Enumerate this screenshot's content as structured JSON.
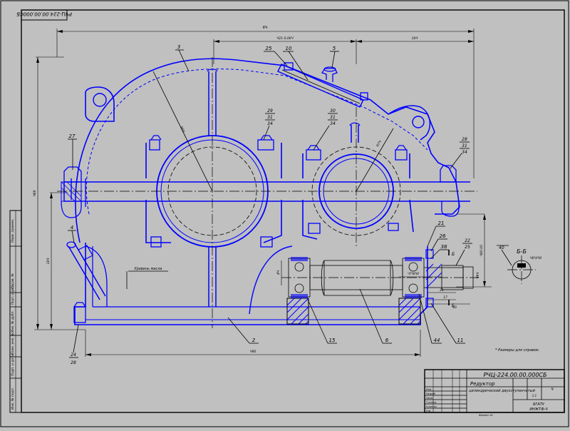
{
  "drawing": {
    "corner_stamp": "РЧЦ-224.00.00.000СБ",
    "dimensions": {
      "overall_length": "6Ч",
      "top_center": "Ч21-0.06Ч",
      "top_right": "18Ч",
      "height_left": "Ч89",
      "height_mid": "18Ч",
      "radius_large": "R6Ч",
      "radius_small": "R7Ч",
      "right_height": "Ч80.00",
      "bottom_width": "Ч80",
      "d_bearing": "4Ч",
      "shaft_len": "Ч7Ч6Ч0",
      "small_21": "21",
      "small_17": "17",
      "small_40": "40",
      "shaft_diam": "Ч9Ч"
    },
    "oil_level": "Уровень масла",
    "positions": [
      "3",
      "25",
      "10",
      "5",
      "27",
      "29",
      "31",
      "34",
      "30",
      "31",
      "34",
      "28",
      "31",
      "34",
      "4",
      "21",
      "26",
      "38",
      "22",
      "25",
      "40",
      "2",
      "15",
      "6",
      "44",
      "11",
      "24",
      "28"
    ],
    "section": {
      "label": "Б-Б",
      "scale": "Ч6Ч/Ч0",
      "mark": "Б"
    },
    "note": "* Размеры для справок."
  },
  "title_block": {
    "designation": "РЧЦ-224.00.00.000СБ",
    "name_line1": "Редуктор",
    "name_line2": "цилиндрический двухступенчатый",
    "sheet": "Ч",
    "org_line1": "БГАТУ",
    "org_line2": "ИНЖТФ-Ч",
    "scale_label": "1:1",
    "rows": [
      "Изм.",
      "Разраб.",
      "Пров.",
      "Т.контр.",
      "Н.контр.",
      "Утв."
    ],
    "format": "Формат A1"
  },
  "left_strip": [
    "Перв. примен.",
    "Справ. №",
    "Подп. и дата",
    "Инв. № дубл.",
    "Взам. инв. №",
    "Подп. и дата",
    "Инв. № подл."
  ]
}
